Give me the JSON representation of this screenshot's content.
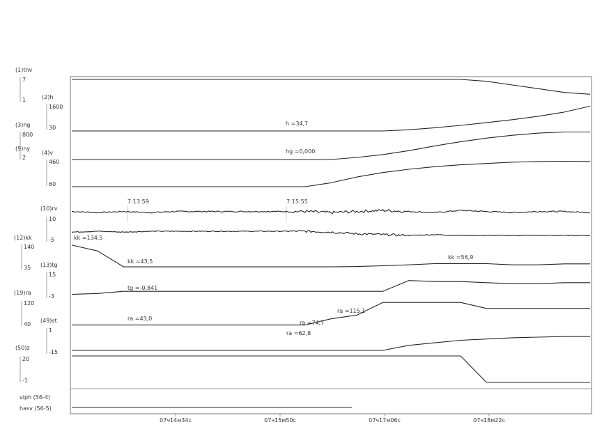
{
  "chart_data": {
    "type": "line",
    "title": "",
    "x_ticks": [
      "07ч14м34с",
      "07ч15м50с",
      "07ч17м06с",
      "07ч18м22с"
    ],
    "cursor_times": [
      "7:13:59",
      "7:15:55"
    ],
    "x": [
      0,
      5,
      10,
      15,
      20,
      25,
      30,
      35,
      40,
      45,
      50,
      55,
      60,
      65,
      70,
      75,
      80,
      85,
      90,
      95,
      100
    ],
    "channels": [
      {
        "id": "1",
        "label": "(1)tnv",
        "ticks": [
          "7",
          "1"
        ],
        "range": [
          1,
          7
        ],
        "values": [
          7,
          7,
          7,
          7,
          7,
          7,
          7,
          7,
          7,
          7,
          7,
          7,
          7,
          7,
          7,
          7,
          6.5,
          5.5,
          4.5,
          3.5,
          3
        ]
      },
      {
        "id": "2",
        "label": "(2)h",
        "ticks": [
          "1600",
          "30"
        ],
        "range": [
          30,
          1600
        ],
        "values": [
          30,
          30,
          30,
          30,
          30,
          30,
          30,
          30,
          30,
          30,
          30,
          30,
          30,
          100,
          220,
          360,
          520,
          700,
          900,
          1150,
          1500
        ]
      },
      {
        "id": "3",
        "label": "(3)hg",
        "ticks": [
          "800",
          "2"
        ],
        "range": [
          2,
          800
        ],
        "values": [
          2,
          2,
          2,
          2,
          2,
          2,
          2,
          2,
          2,
          2,
          2,
          60,
          140,
          250,
          380,
          500,
          600,
          680,
          740,
          770,
          770
        ]
      },
      {
        "id": "9",
        "label": "(9)ny",
        "ticks": [],
        "range": [
          0,
          10
        ],
        "values": []
      },
      {
        "id": "4",
        "label": "(4)v",
        "ticks": [
          "460",
          "60"
        ],
        "range": [
          60,
          460
        ],
        "values": [
          60,
          60,
          60,
          60,
          60,
          60,
          60,
          60,
          60,
          60,
          120,
          210,
          280,
          330,
          370,
          400,
          420,
          440,
          450,
          455,
          450
        ]
      },
      {
        "id": "10",
        "label": "(10)rv",
        "ticks": [
          "10",
          "-5"
        ],
        "range": [
          -5,
          10
        ],
        "values": [
          4,
          3,
          4,
          3,
          4,
          4,
          4,
          4,
          4,
          4,
          3,
          4,
          5,
          4,
          3,
          5,
          4,
          3,
          4,
          4,
          3
        ]
      },
      {
        "id": "10b",
        "label": "",
        "ticks": [],
        "range": [
          -5,
          10
        ],
        "values": [
          -1,
          0,
          -1,
          0,
          0,
          0,
          0,
          0,
          0,
          0,
          -1,
          -3,
          -4,
          -5,
          -4,
          -5,
          -5,
          -5,
          -5,
          -5,
          -5
        ]
      },
      {
        "id": "12",
        "label": "(12)kk",
        "ticks": [
          "140",
          "35"
        ],
        "range": [
          35,
          140
        ],
        "values": [
          134.5,
          110,
          43.5,
          43.5,
          43.5,
          43.5,
          43.5,
          43.5,
          43.5,
          43.5,
          43.5,
          45,
          48,
          52,
          56.9,
          56.9,
          56.9,
          52,
          52,
          56,
          56
        ]
      },
      {
        "id": "13",
        "label": "(13)tg",
        "ticks": [
          "15",
          "-3"
        ],
        "range": [
          -3,
          15
        ],
        "values": [
          -0.841,
          0,
          2,
          2,
          2,
          2,
          2,
          2,
          2,
          2,
          2,
          2,
          2,
          12,
          11,
          11,
          10,
          9,
          9,
          10,
          10
        ]
      },
      {
        "id": "19",
        "label": "(19)ra",
        "ticks": [
          "120",
          "40"
        ],
        "range": [
          40,
          120
        ],
        "values": [
          43,
          43,
          43,
          43,
          43,
          43,
          43,
          43,
          43,
          43,
          62.8,
          74.7,
          115.1,
          115.1,
          115.1,
          115.1,
          96,
          96,
          96,
          96,
          96
        ]
      },
      {
        "id": "49",
        "label": "(49)st",
        "ticks": [
          "1",
          "-15"
        ],
        "range": [
          -15,
          1
        ],
        "values": [
          -15,
          -15,
          -15,
          -15,
          -15,
          -15,
          -15,
          -15,
          -15,
          -15,
          -15,
          -15,
          -15,
          -11,
          -9,
          -7,
          -6,
          -5,
          -4.5,
          -4,
          -4
        ]
      },
      {
        "id": "50",
        "label": "(50)z",
        "ticks": [
          "20",
          "-1"
        ],
        "range": [
          -1,
          20
        ],
        "values": [
          20,
          20,
          20,
          20,
          20,
          20,
          20,
          20,
          20,
          20,
          20,
          20,
          20,
          20,
          20,
          20,
          -1,
          -1,
          -1,
          -1,
          -1
        ]
      },
      {
        "id": "56-4",
        "label": "viph (56-4)",
        "ticks": [],
        "range": [
          0,
          1
        ],
        "values": []
      },
      {
        "id": "56-5",
        "label": "hasv (56-5)",
        "ticks": [],
        "range": [
          0,
          1
        ],
        "values": [
          0,
          0,
          0,
          0,
          0,
          0,
          0,
          0,
          0,
          0,
          0,
          0,
          0,
          0,
          0,
          0,
          0,
          0,
          0,
          0,
          0
        ]
      }
    ],
    "annotations": [
      {
        "text": "h  =34,7"
      },
      {
        "text": "hg  =0,000"
      },
      {
        "text": "kk  =134,5"
      },
      {
        "text": "kk  =43,5"
      },
      {
        "text": "kk  =56,9"
      },
      {
        "text": "tg  =-0,841"
      },
      {
        "text": "ra  =43,0"
      },
      {
        "text": "ra  =74,7"
      },
      {
        "text": "ra  =62,8"
      },
      {
        "text": "ra  =115,1"
      }
    ]
  }
}
